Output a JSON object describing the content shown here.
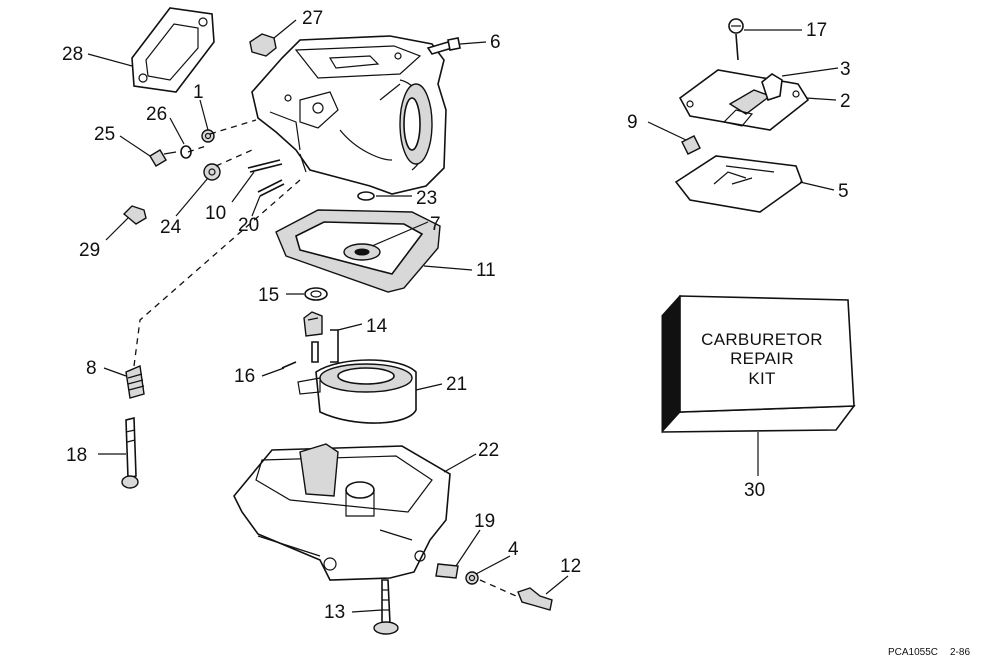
{
  "diagram": {
    "callouts": [
      {
        "id": "c1",
        "label": "1"
      },
      {
        "id": "c2",
        "label": "2"
      },
      {
        "id": "c3",
        "label": "3"
      },
      {
        "id": "c4",
        "label": "4"
      },
      {
        "id": "c5",
        "label": "5"
      },
      {
        "id": "c6",
        "label": "6"
      },
      {
        "id": "c7",
        "label": "7"
      },
      {
        "id": "c8",
        "label": "8"
      },
      {
        "id": "c9",
        "label": "9"
      },
      {
        "id": "c10",
        "label": "10"
      },
      {
        "id": "c11",
        "label": "11"
      },
      {
        "id": "c12",
        "label": "12"
      },
      {
        "id": "c13",
        "label": "13"
      },
      {
        "id": "c14",
        "label": "14"
      },
      {
        "id": "c15",
        "label": "15"
      },
      {
        "id": "c16",
        "label": "16"
      },
      {
        "id": "c17",
        "label": "17"
      },
      {
        "id": "c18",
        "label": "18"
      },
      {
        "id": "c19",
        "label": "19"
      },
      {
        "id": "c20",
        "label": "20"
      },
      {
        "id": "c21",
        "label": "21"
      },
      {
        "id": "c22",
        "label": "22"
      },
      {
        "id": "c23",
        "label": "23"
      },
      {
        "id": "c24",
        "label": "24"
      },
      {
        "id": "c25",
        "label": "25"
      },
      {
        "id": "c26",
        "label": "26"
      },
      {
        "id": "c27",
        "label": "27"
      },
      {
        "id": "c28",
        "label": "28"
      },
      {
        "id": "c29",
        "label": "29"
      },
      {
        "id": "c30",
        "label": "30"
      }
    ],
    "kit_box": {
      "line1": "CARBURETOR",
      "line2": "REPAIR",
      "line3": "KIT"
    },
    "footer": {
      "code": "PCA1055C",
      "date": "2-86"
    },
    "colors": {
      "ink": "#111111",
      "paper": "#ffffff"
    }
  }
}
